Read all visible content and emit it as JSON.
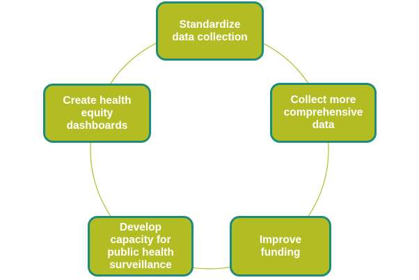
{
  "diagram": {
    "type": "cycle",
    "colors": {
      "node_fill": "#b4bc24",
      "node_border": "#1b8c7a",
      "text": "#ffffff",
      "ring": "#b4bc24"
    },
    "nodes": [
      {
        "id": "standardize",
        "label": "Standardize\ndata collection"
      },
      {
        "id": "collect",
        "label": "Collect more\ncomprehensive\ndata"
      },
      {
        "id": "funding",
        "label": "Improve\nfunding"
      },
      {
        "id": "capacity",
        "label": "Develop\ncapacity for\npublic health\nsurveillance"
      },
      {
        "id": "dashboards",
        "label": "Create health\nequity\ndashboards"
      }
    ]
  }
}
